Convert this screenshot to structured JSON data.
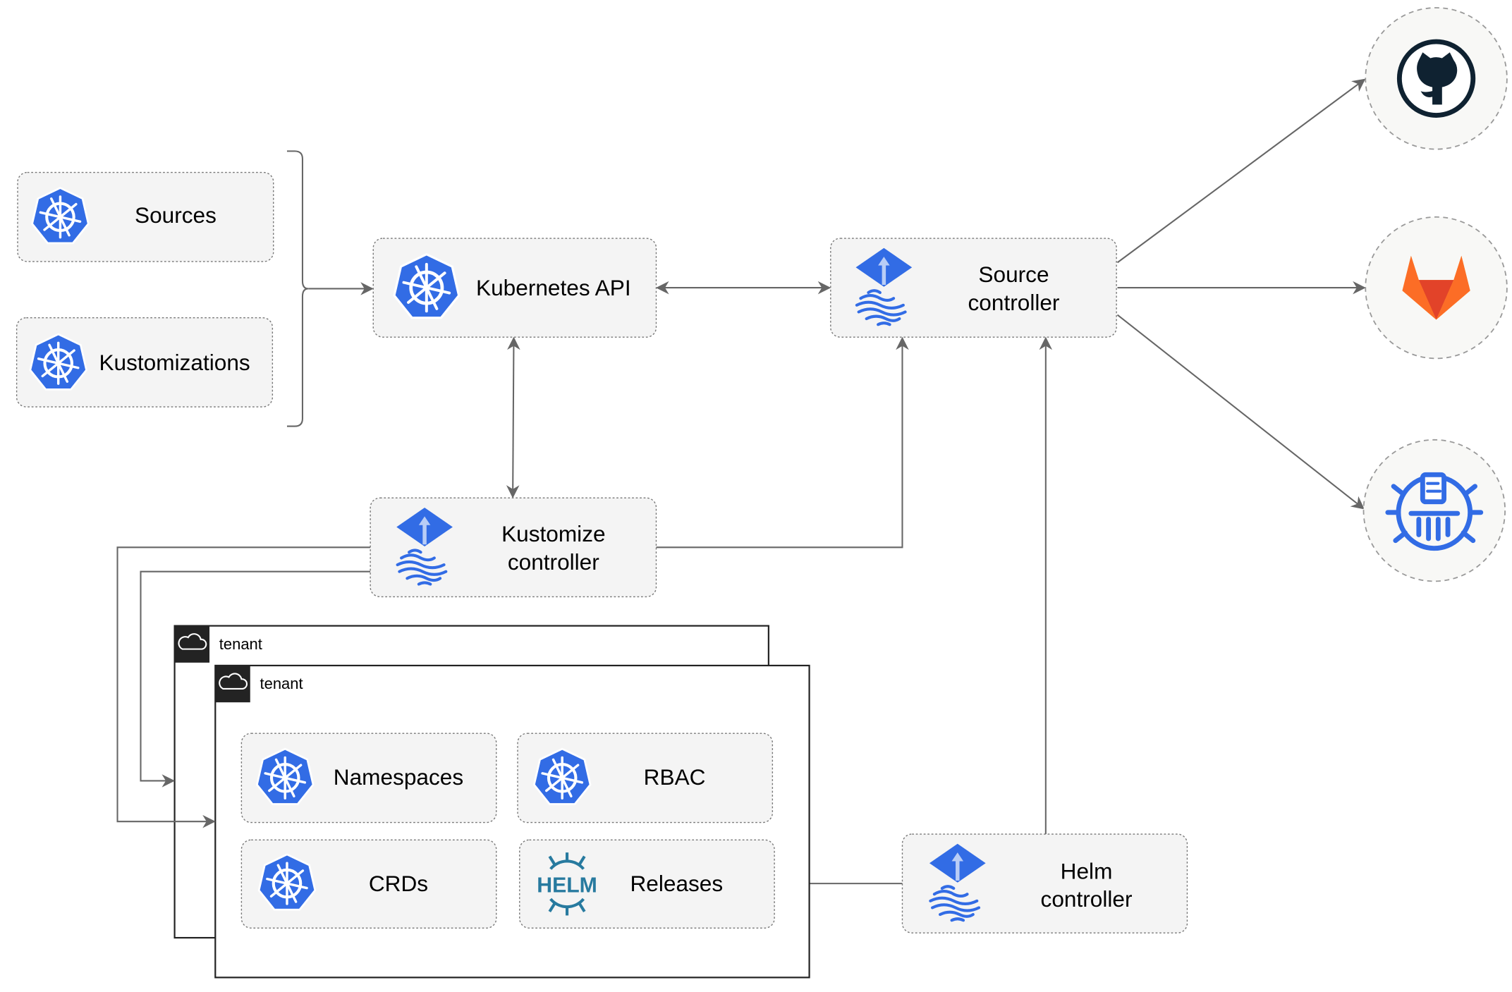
{
  "nodes": {
    "sources": "Sources",
    "kustomizations": "Kustomizations",
    "kubernetes_api": "Kubernetes API",
    "source_controller": [
      "Source",
      "controller"
    ],
    "kustomize_controller": [
      "Kustomize",
      "controller"
    ],
    "helm_controller": [
      "Helm",
      "controller"
    ],
    "namespaces": "Namespaces",
    "rbac": "RBAC",
    "crds": "CRDs",
    "releases": "Releases"
  },
  "tenants": [
    "tenant",
    "tenant"
  ],
  "external_sources": [
    "github-icon",
    "gitlab-icon",
    "bucket-icon"
  ],
  "icons": {
    "kubernetes": "kubernetes-icon",
    "flux": "flux-icon",
    "helm": "helm-icon",
    "helm_text": "HELM",
    "cloud": "cloud-icon"
  },
  "colors": {
    "kubernetes_blue": "#326ce5",
    "github_dark": "#0f2231",
    "gitlab_orange": "#e24329",
    "helm_blue": "#277a9f",
    "edge": "#666666",
    "box_fill": "#f4f4f4"
  }
}
